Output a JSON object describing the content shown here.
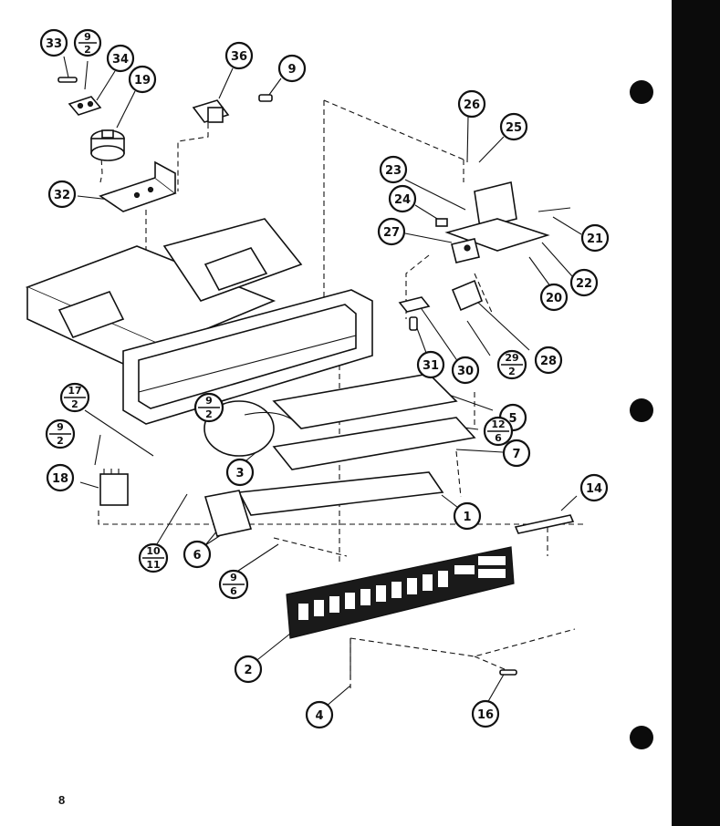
{
  "page": {
    "number": "8"
  },
  "callouts": [
    {
      "id": "c33",
      "label": "33"
    },
    {
      "id": "c9-2a",
      "num": "9",
      "den": "2"
    },
    {
      "id": "c34",
      "label": "34"
    },
    {
      "id": "c19",
      "label": "19"
    },
    {
      "id": "c36",
      "label": "36"
    },
    {
      "id": "c9",
      "label": "9"
    },
    {
      "id": "c32",
      "label": "32"
    },
    {
      "id": "c26",
      "label": "26"
    },
    {
      "id": "c25",
      "label": "25"
    },
    {
      "id": "c23",
      "label": "23"
    },
    {
      "id": "c24",
      "label": "24"
    },
    {
      "id": "c27",
      "label": "27"
    },
    {
      "id": "c21",
      "label": "21"
    },
    {
      "id": "c22",
      "label": "22"
    },
    {
      "id": "c20",
      "label": "20"
    },
    {
      "id": "c31",
      "label": "31"
    },
    {
      "id": "c30",
      "label": "30"
    },
    {
      "id": "c29-2",
      "num": "29",
      "den": "2"
    },
    {
      "id": "c28",
      "label": "28"
    },
    {
      "id": "c17-2",
      "num": "17",
      "den": "2"
    },
    {
      "id": "c9-2b",
      "num": "9",
      "den": "2"
    },
    {
      "id": "c9-2c",
      "num": "9",
      "den": "2"
    },
    {
      "id": "c5",
      "label": "5"
    },
    {
      "id": "c12-6",
      "num": "12",
      "den": "6"
    },
    {
      "id": "c7",
      "label": "7"
    },
    {
      "id": "c3",
      "label": "3"
    },
    {
      "id": "c18",
      "label": "18"
    },
    {
      "id": "c14",
      "label": "14"
    },
    {
      "id": "c1",
      "label": "1"
    },
    {
      "id": "c6",
      "label": "6"
    },
    {
      "id": "c10-11",
      "num": "10",
      "den": "11"
    },
    {
      "id": "c9-6",
      "num": "9",
      "den": "6"
    },
    {
      "id": "c2",
      "label": "2"
    },
    {
      "id": "c4",
      "label": "4"
    },
    {
      "id": "c16",
      "label": "16"
    }
  ]
}
